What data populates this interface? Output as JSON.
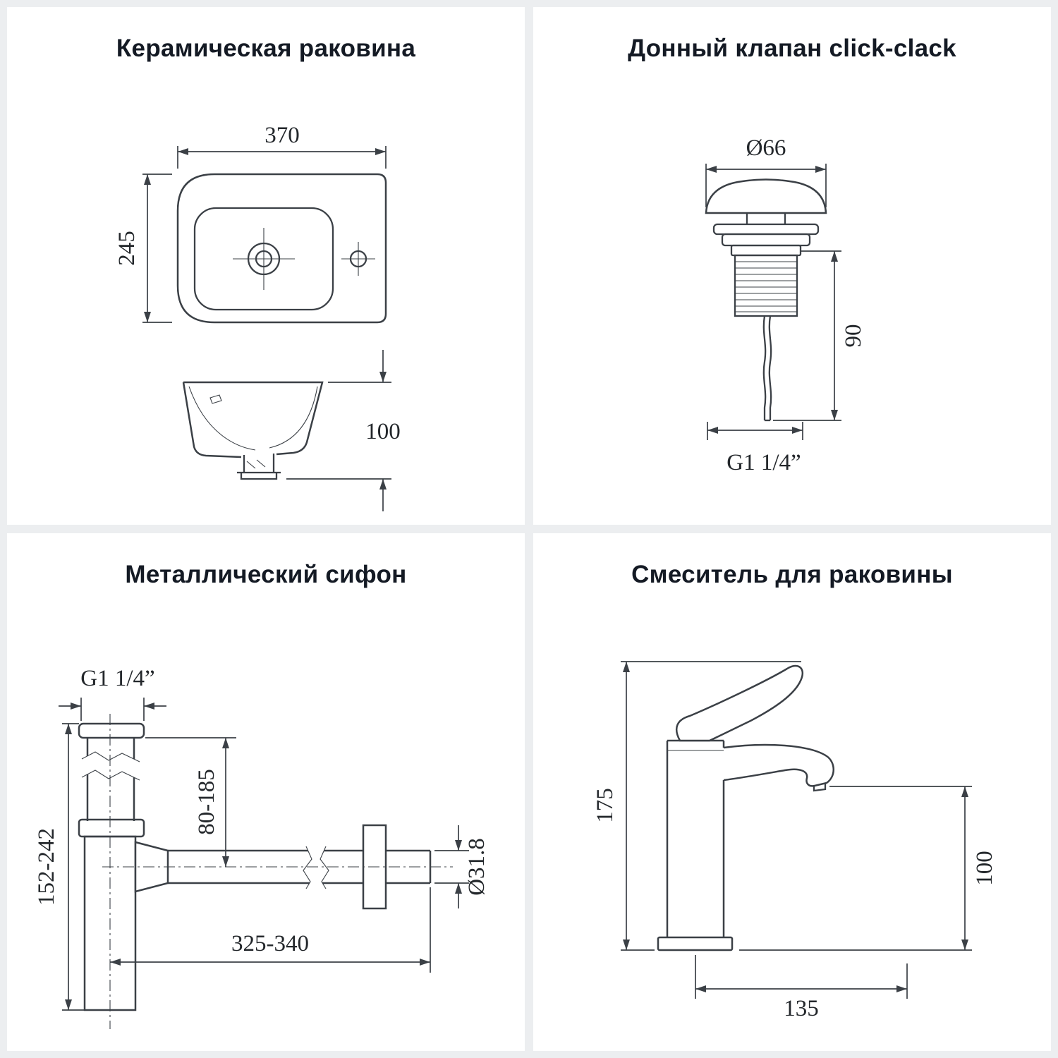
{
  "page": {
    "background": "#eceef0",
    "card_background": "#ffffff",
    "line_color": "#3b4046",
    "title_color": "#141a24",
    "dim_text_color": "#23272b"
  },
  "panels": {
    "sink": {
      "title": "Керамическая раковина",
      "dims": {
        "width": "370",
        "depth": "245",
        "height": "100"
      }
    },
    "valve": {
      "title": "Донный клапан click-clack",
      "dims": {
        "cap_diameter": "Ø66",
        "body_height": "90",
        "thread": "G1 1/4”"
      }
    },
    "siphon": {
      "title": "Металлический сифон",
      "dims": {
        "thread": "G1 1/4”",
        "height_range": "152-242",
        "inlet_height_range": "80-185",
        "outlet_length_range": "325-340",
        "pipe_diameter": "Ø31.8"
      }
    },
    "faucet": {
      "title": "Смеситель для раковины",
      "dims": {
        "total_height": "175",
        "spout_height": "100",
        "base_length": "135"
      }
    }
  }
}
